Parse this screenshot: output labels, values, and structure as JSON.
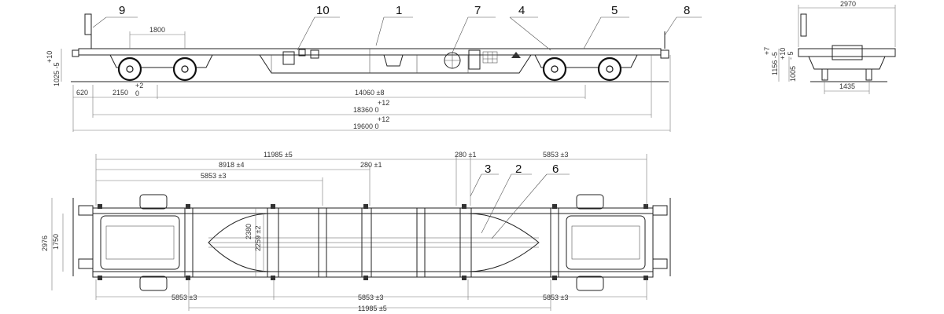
{
  "callouts": [
    "9",
    "10",
    "1",
    "7",
    "4",
    "5",
    "8",
    "3",
    "2",
    "6"
  ],
  "side_view_dims": {
    "bogie_wheelbase": "1800",
    "frame_height_plus": "+10",
    "frame_height": "1025 -5",
    "tol_plus2": "+2",
    "tol_zero": "0",
    "end_overhang": "620",
    "wheel_to_pivot": "2150",
    "bogie_centres": "14060 ±8",
    "length_tol_plus": "+12",
    "length_over_frame": "18360  0",
    "length_tol_plus_b": "+12",
    "length_over_couplers": "19600  0"
  },
  "end_view_dims": {
    "overall_width": "2970",
    "tol_plus7": "+7",
    "height_1156": "1156 -5",
    "tol_plus10": "+10",
    "tol_minus5": "- 5",
    "height_1005": "1005",
    "gauge": "1435"
  },
  "plan_view_dims": {
    "top_11985": "11985 ±5",
    "top_280": "280 ±1",
    "top_5853_right": "5853 ±3",
    "dim_8918": "8918 ±4",
    "dim_280_mid": "280 ±1",
    "dim_5853_left": "5853 ±3",
    "width_2976": "2976",
    "width_1750": "1750",
    "width_2380": "2380",
    "width_2259": "2259 ±2",
    "bot_5853_left": "5853 ±3",
    "bot_5853_mid": "5853 ±3",
    "bot_5853_right": "5853 ±3",
    "bot_11985": "11985 ±5"
  }
}
